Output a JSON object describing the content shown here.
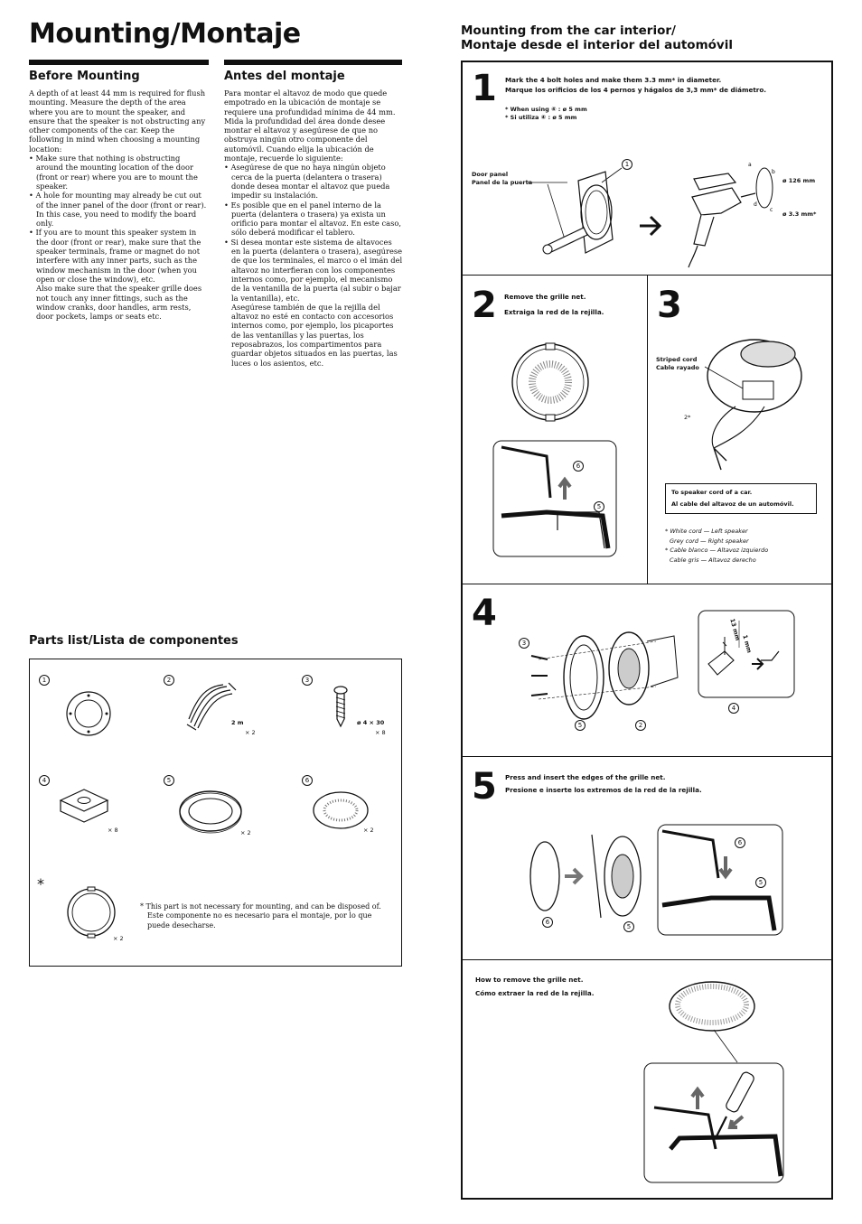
{
  "page_title": "Mounting/Montaje",
  "before_mounting": {
    "heading": "Before Mounting",
    "intro": "A depth of at least 44 mm is required for flush mounting. Measure the depth of the area where you are to mount the speaker, and ensure that the speaker is not obstructing any other components of the car. Keep the following in mind when choosing a mounting location:",
    "bullets": [
      "• Make sure that nothing is obstructing around the mounting location of the door (front or rear) where you are to mount the speaker.",
      "• A hole for mounting may already be cut out of the inner panel of the door (front or rear). In this case, you need to modify the board only.",
      "• If you are to mount this speaker system in the door (front or rear), make sure that the speaker terminals, frame or magnet do not interfere with any inner parts, such as the window mechanism in the door (when you open or close the window), etc."
    ],
    "extra": "Also make sure that the speaker grille does not touch any inner fittings, such as the window cranks, door handles, arm rests, door pockets, lamps or seats etc."
  },
  "antes_montaje": {
    "heading": "Antes del montaje",
    "intro": "Para montar el altavoz de modo que quede empotrado en la ubicación de montaje se requiere una profundidad mínima de 44 mm. Mida la profundidad del área donde desee montar el altavoz y asegúrese de que no obstruya ningún otro componente del automóvil. Cuando elija la ubicación de montaje, recuerde lo siguiente:",
    "bullets": [
      "• Asegúrese de que no haya ningún objeto cerca de la puerta (delantera o trasera) donde desea montar el altavoz que pueda impedir su instalación.",
      "• Es posible que en el panel interno de la puerta (delantera o trasera) ya exista un orificio para montar el altavoz. En este caso, sólo deberá modificar el tablero.",
      "• Si desea montar este sistema de altavoces en la puerta (delantera o trasera), asegúrese de que los terminales, el marco o el imán del altavoz no interfieran con los componentes internos como, por ejemplo, el mecanismo de la ventanilla de la puerta (al subir o bajar la ventanilla), etc."
    ],
    "extra": "Asegúrese también de que la rejilla del altavoz no esté en contacto con accesorios internos como, por ejemplo, los picaportes de las ventanillas y las puertas, los reposabrazos, los compartimentos para guardar objetos situados en las puertas, las luces o los asientos, etc."
  },
  "parts": {
    "heading": "Parts list/Lista de componentes",
    "items": [
      {
        "num": "1",
        "label": "",
        "qty": ""
      },
      {
        "num": "2",
        "label": "2 m",
        "qty": "× 2"
      },
      {
        "num": "3",
        "label": "ø 4 × 30",
        "qty": "× 8"
      },
      {
        "num": "4",
        "label": "",
        "qty": "× 8"
      },
      {
        "num": "5",
        "label": "",
        "qty": "× 2"
      },
      {
        "num": "6",
        "label": "",
        "qty": "× 2"
      },
      {
        "num": "*",
        "label": "",
        "qty": "× 2"
      }
    ],
    "footnote_en": "* This part is not necessary for mounting, and can be disposed of.",
    "footnote_es": "Este componente no es necesario para el montaje, por lo que puede desecharse."
  },
  "mounting": {
    "heading_en": "Mounting from the car interior/",
    "heading_es": "Montaje desde el interior del automóvil",
    "step1": {
      "num": "1",
      "en": "Mark the 4 bolt holes and make them 3.3 mm* in diameter.",
      "es": "Marque los orificios de los 4 pernos y hágalos de 3,3 mm* de diámetro.",
      "note1": "* When using ④ : ø 5 mm",
      "note2": "* Si utiliza ④ : ø 5 mm",
      "door_en": "Door panel",
      "door_es": "Panel de la puerta",
      "dim1": "ø 126 mm",
      "dim2": "ø 3.3 mm*",
      "callout": "1",
      "letters": [
        "a",
        "b",
        "c",
        "d"
      ]
    },
    "step2": {
      "num": "2",
      "en": "Remove the grille net.",
      "es": "Extraiga la red de la rejilla.",
      "c6": "6",
      "c5": "5"
    },
    "step3": {
      "num": "3",
      "cord_en": "Striped cord",
      "cord_es": "Cable rayado",
      "c2": "2*",
      "box_en": "To speaker cord of a car.",
      "box_es": "Al cable del altavoz de un automóvil.",
      "notes": [
        "* White cord — Left speaker",
        "Grey cord — Right speaker",
        "* Cable blanco — Altavoz izquierdo",
        "Cable gris — Altavoz derecho"
      ]
    },
    "step4": {
      "num": "4",
      "c3": "3",
      "c5": "5",
      "c2": "2",
      "c4": "4",
      "dim13": "13 mm",
      "dim1": "1 mm"
    },
    "step5": {
      "num": "5",
      "en": "Press and insert the edges of the grille net.",
      "es": "Presione e inserte los extremos de la red de la rejilla.",
      "c6": "6",
      "c5": "5"
    },
    "remove": {
      "en": "How to remove the grille net.",
      "es": "Cómo extraer la red de la rejilla."
    }
  }
}
